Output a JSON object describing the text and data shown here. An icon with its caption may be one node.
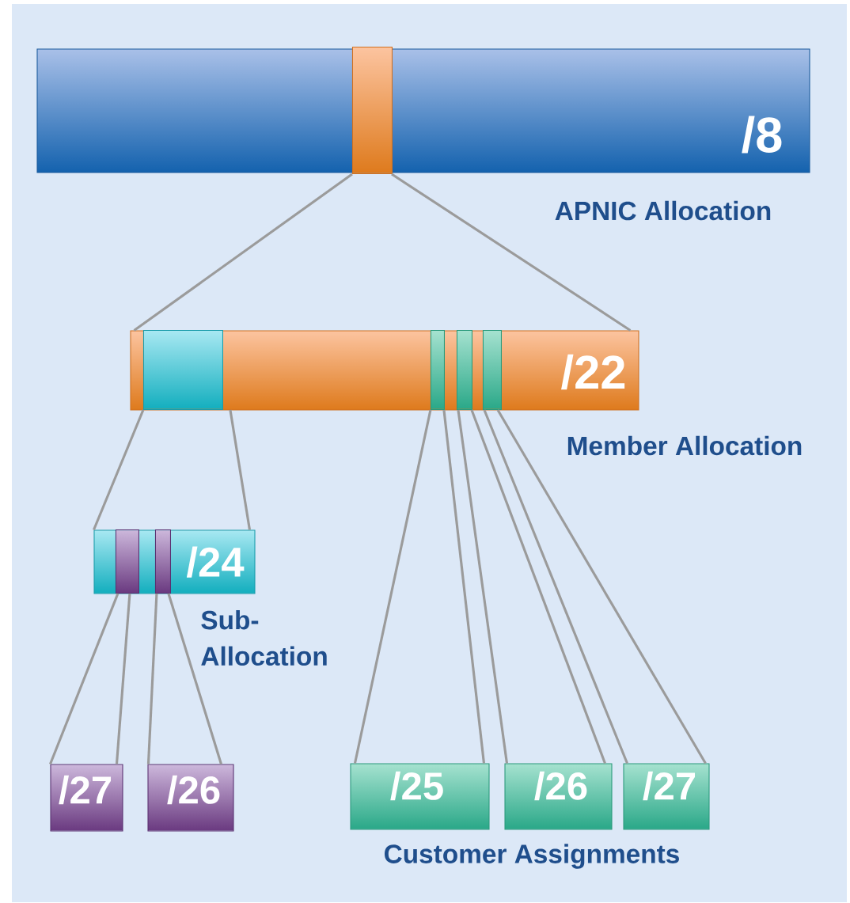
{
  "diagram": {
    "nodes": [
      {
        "text": [
          "/8"
        ]
      },
      {
        "text": [],
        "shape": "bar",
        "in": 0
      },
      {
        "text": [
          "/22"
        ]
      },
      {
        "text": [],
        "shape": "bar",
        "in": 2
      },
      {
        "text": [],
        "shape": "bar",
        "in": 2
      },
      {
        "text": [],
        "shape": "bar",
        "in": 2
      },
      {
        "text": [],
        "shape": "bar",
        "in": 2
      },
      {
        "text": [
          "/24"
        ]
      },
      {
        "text": [],
        "shape": "bar",
        "in": 7
      },
      {
        "text": [],
        "shape": "bar",
        "in": 7
      },
      {
        "text": [
          "/27"
        ]
      },
      {
        "text": [
          "/26"
        ]
      },
      {
        "text": [
          "/25"
        ]
      },
      {
        "text": [
          "/26"
        ]
      },
      {
        "text": [
          "/27"
        ]
      }
    ],
    "edges": [
      {
        "from": 1,
        "to": 2,
        "arrow": "none"
      },
      {
        "from": 1,
        "to": 2,
        "arrow": "none"
      },
      {
        "from": 3,
        "to": 7,
        "arrow": "none"
      },
      {
        "from": 3,
        "to": 7,
        "arrow": "none"
      },
      {
        "from": 8,
        "to": 10,
        "arrow": "none"
      },
      {
        "from": 8,
        "to": 10,
        "arrow": "none"
      },
      {
        "from": 9,
        "to": 11,
        "arrow": "none"
      },
      {
        "from": 9,
        "to": 11,
        "arrow": "none"
      },
      {
        "from": 4,
        "to": 12,
        "arrow": "none"
      },
      {
        "from": 4,
        "to": 12,
        "arrow": "none"
      },
      {
        "from": 5,
        "to": 13,
        "arrow": "none"
      },
      {
        "from": 5,
        "to": 13,
        "arrow": "none"
      },
      {
        "from": 6,
        "to": 14,
        "arrow": "none"
      },
      {
        "from": 6,
        "to": 14,
        "arrow": "none"
      }
    ],
    "labels": [
      "APNIC Allocation",
      "Member Allocation",
      "Sub-Allocation",
      "Customer Assignments"
    ]
  }
}
